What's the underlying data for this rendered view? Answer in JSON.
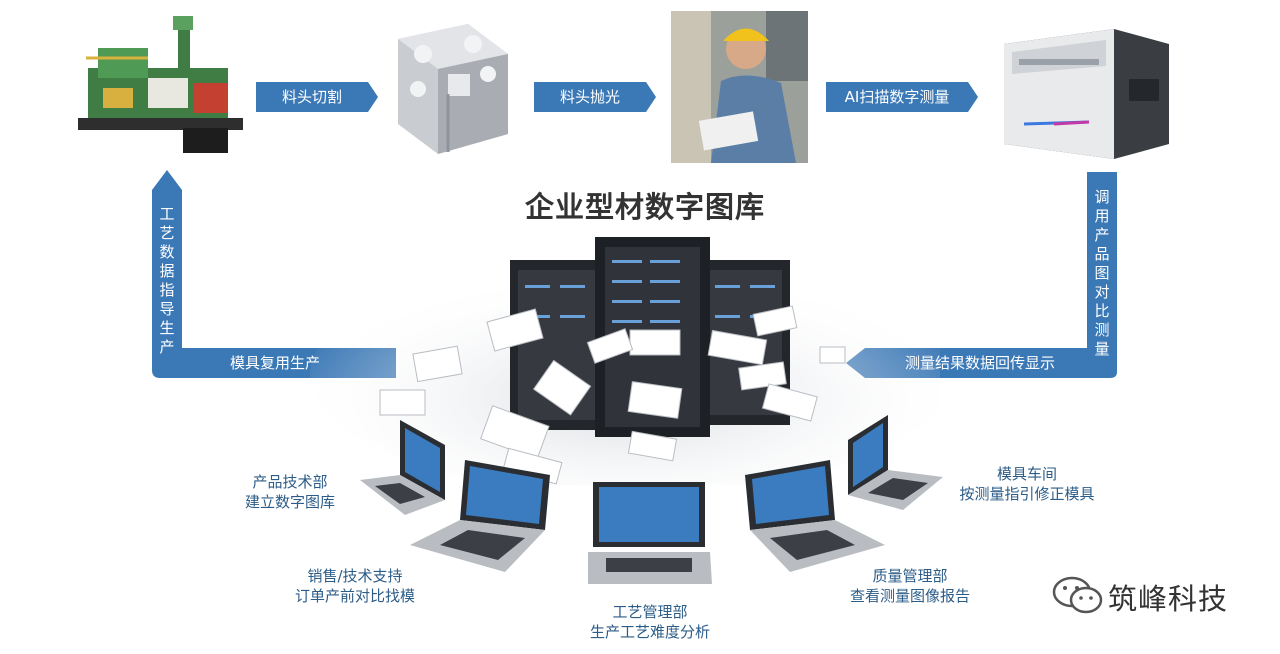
{
  "title": "企业型材数字图库",
  "flow": {
    "step1": "料头切割",
    "step2": "料头抛光",
    "step3": "AI扫描数字测量",
    "left_vertical": "工艺数据指导生产",
    "right_vertical": "调用产品图对比测量",
    "bottom_left": "模具复用生产",
    "bottom_right": "测量结果数据回传显示"
  },
  "departments": [
    {
      "name": "产品技术部",
      "desc": "建立数字图库"
    },
    {
      "name": "销售/技术支持",
      "desc": "订单产前对比找模"
    },
    {
      "name": "工艺管理部",
      "desc": "生产工艺难度分析"
    },
    {
      "name": "质量管理部",
      "desc": "查看测量图像报告"
    },
    {
      "name": "模具车间",
      "desc": "按测量指引修正模具"
    }
  ],
  "brand": "筑峰科技",
  "colors": {
    "accent": "#3b78b6",
    "dept_text": "#2c5c88"
  },
  "icons": [
    "extrusion-machine-icon",
    "aluminum-profile-icon",
    "worker-photo-icon",
    "scanner-device-icon",
    "server-rack-icon",
    "laptop-icon",
    "drawing-sheet-icon",
    "wechat-icon"
  ]
}
